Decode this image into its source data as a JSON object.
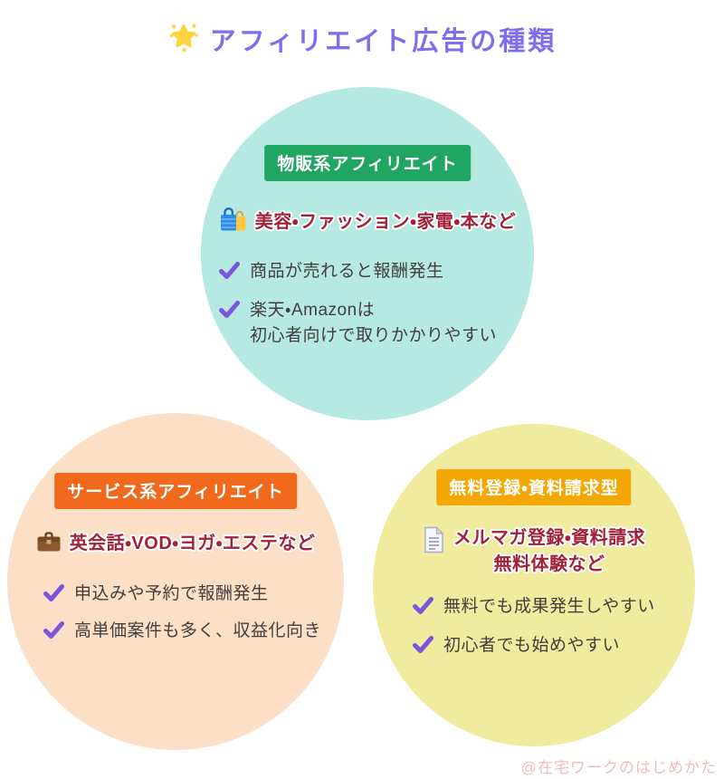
{
  "title": {
    "text": "アフィリエイト広告の種類",
    "icon": "glowing-star"
  },
  "watermark": "@在宅ワークのはじめかた",
  "colors": {
    "title": "#7d6ef1",
    "check": "#7b54db",
    "heading_red": "#9f2239",
    "body_text": "#443e3d",
    "watermark": "#f2bcbc",
    "circle_product_bg": "#b5e9e2",
    "circle_product_label_bg": "#21a563",
    "circle_service_bg": "#fcdfc7",
    "circle_service_label_bg": "#f1691c",
    "circle_free_bg": "#f0eb9e",
    "circle_free_label_bg": "#f4a702"
  },
  "circles": [
    {
      "label": "物販系アフィリエイト",
      "icon": "shopping-bags",
      "subtitle_lines": [
        "美容・ファッション・家電・本など"
      ],
      "items": [
        {
          "lines": [
            "商品が売れると報酬発生"
          ]
        },
        {
          "lines": [
            "楽天・Amazonは",
            "初心者向けで取りかかりやすい"
          ]
        }
      ]
    },
    {
      "label": "サービス系アフィリエイト",
      "icon": "briefcase",
      "subtitle_lines": [
        "英会話・VOD・ヨガ・エステなど"
      ],
      "items": [
        {
          "lines": [
            "申込みや予約で報酬発生"
          ]
        },
        {
          "lines": [
            "高単価案件も多く、収益化向き"
          ]
        }
      ]
    },
    {
      "label": "無料登録・資料請求型",
      "icon": "page",
      "subtitle_lines": [
        "メルマガ登録・資料請求",
        "無料体験など"
      ],
      "items": [
        {
          "lines": [
            "無料でも成果発生しやすい"
          ]
        },
        {
          "lines": [
            "初心者でも始めやすい"
          ]
        }
      ]
    }
  ]
}
